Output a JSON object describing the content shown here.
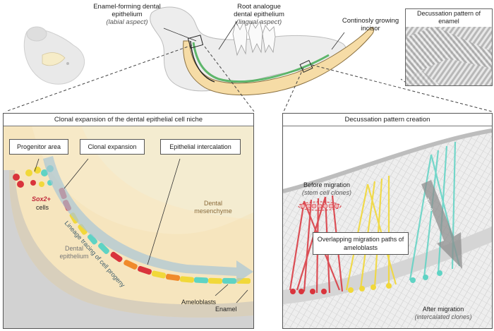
{
  "top": {
    "enamel_forming_title": "Enamel-forming dental epithelium",
    "enamel_forming_sub": "(labial aspect)",
    "root_analogue_title": "Root analogue dental epithelium",
    "root_analogue_sub": "(lingual aspect)",
    "continuous_incisor": "Continosly growing incisor",
    "decussation_title": "Decussation pattern of enamel"
  },
  "left_panel": {
    "title": "Clonal expansion of the dental epithelial cell niche",
    "callouts": [
      "Progenitor area",
      "Clonal expansion",
      "Epithelial intercalation"
    ],
    "sox2_label": "Sox2+",
    "cells_label": "cells",
    "lineage_label": "Lineage tracing of cell progeny",
    "dental_mesenchyme": "Dental mesenchyme",
    "dental_epithelium": "Dental epithelium",
    "ameloblasts": "Ameloblasts",
    "enamel": "Enamel"
  },
  "right_panel": {
    "title": "Decussation pattern creation",
    "before_migration": "Before migration",
    "before_migration_sub": "(stem cell clones)",
    "overlapping_paths": "Overlapping migration paths of ameloblasts",
    "time_label": "Time",
    "after_migration": "After migration",
    "after_migration_sub": "(intercalated clones)"
  },
  "colors": {
    "red": "#d9343c",
    "yellow": "#f1d83a",
    "cyan": "#5fd3c4",
    "orange": "#f08a2a",
    "beige": "#f6dca6",
    "grey_cell": "#c9c9c9"
  }
}
